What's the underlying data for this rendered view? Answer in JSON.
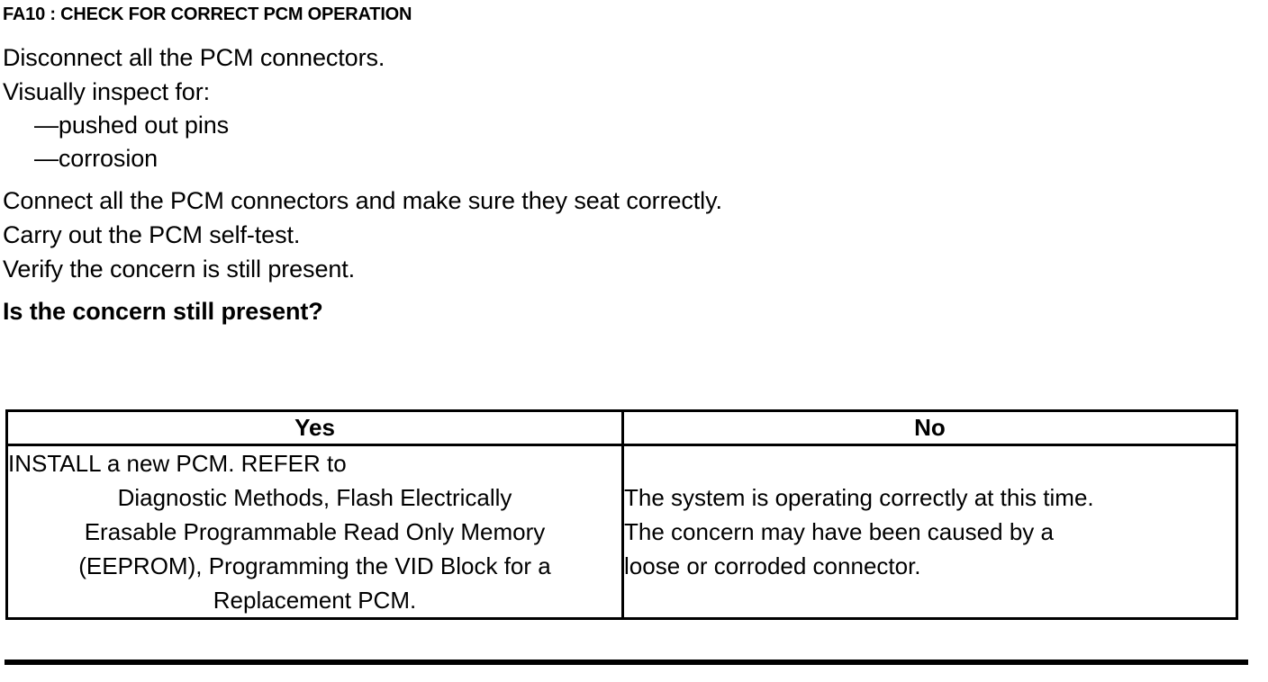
{
  "document": {
    "step_title": "FA10 : CHECK FOR CORRECT PCM OPERATION",
    "instructions": [
      {
        "text": "Disconnect all the PCM connectors.",
        "style": "normal"
      },
      {
        "text": "Visually inspect for:",
        "style": "normal"
      },
      {
        "text": "—pushed out pins",
        "style": "indent"
      },
      {
        "text": "—corrosion",
        "style": "indent"
      },
      {
        "text": "Connect all the PCM connectors and make sure they seat correctly.",
        "style": "normal"
      },
      {
        "text": "Carry out the PCM self-test.",
        "style": "normal"
      },
      {
        "text": "Verify the concern is still present.",
        "style": "normal"
      },
      {
        "text": "Is the concern still present?",
        "style": "bold"
      }
    ]
  },
  "decision_table": {
    "headers": {
      "yes": "Yes",
      "no": "No"
    },
    "answers": {
      "yes": {
        "lines": [
          "INSTALL a new PCM. REFER to",
          "Diagnostic Methods, Flash Electrically",
          "Erasable Programmable Read Only Memory",
          "(EEPROM), Programming the VID Block for a",
          "Replacement PCM."
        ]
      },
      "no": {
        "lines": [
          "The system is operating correctly at this time.",
          "The concern may have been caused by a",
          "loose or corroded connector."
        ]
      }
    }
  },
  "colors": {
    "text": "#000000",
    "background": "#ffffff",
    "border": "#000000"
  }
}
